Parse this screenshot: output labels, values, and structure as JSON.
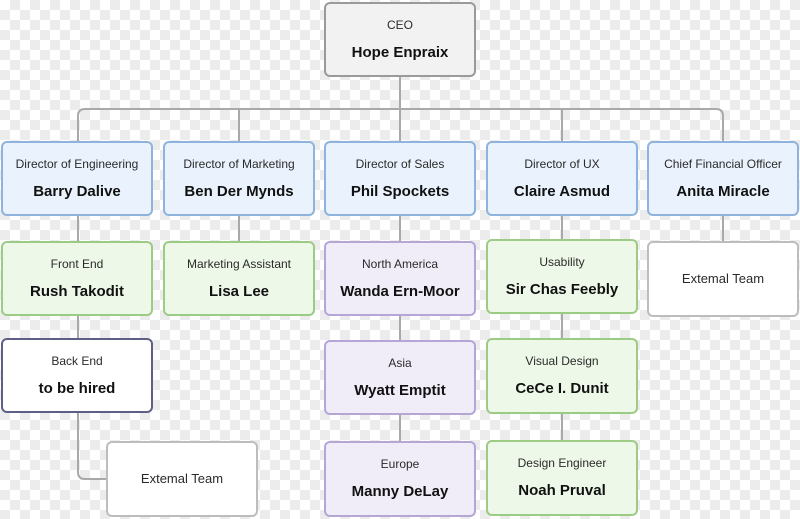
{
  "colors": {
    "line": "#a9a9a9",
    "ceo_fill": "#f2f2f2",
    "director_fill": "#eaf3fd",
    "director_border": "#8eb3dd",
    "green_fill": "#eef8e8",
    "green_border": "#9ccb86",
    "purple_fill": "#f1edf8",
    "purple_border": "#b5a6d6",
    "dark_border": "#5f5f86"
  },
  "ceo": {
    "role": "CEO",
    "name": "Hope Enpraix"
  },
  "directors": [
    {
      "role": "Director of Engineering",
      "name": "Barry Dalive"
    },
    {
      "role": "Director of Marketing",
      "name": "Ben Der Mynds"
    },
    {
      "role": "Director of Sales",
      "name": "Phil Spockets"
    },
    {
      "role": "Director of UX",
      "name": "Claire Asmud"
    },
    {
      "role": "Chief Financial Officer",
      "name": "Anita Miracle"
    }
  ],
  "engineering": [
    {
      "role": "Front End",
      "name": "Rush Takodit"
    },
    {
      "role": "Back End",
      "name": "to be hired"
    },
    {
      "role": "Extemal Team"
    }
  ],
  "marketing": [
    {
      "role": "Marketing Assistant",
      "name": "Lisa Lee"
    }
  ],
  "sales": [
    {
      "role": "North America",
      "name": "Wanda Ern-Moor"
    },
    {
      "role": "Asia",
      "name": "Wyatt Emptit"
    },
    {
      "role": "Europe",
      "name": "Manny DeLay"
    }
  ],
  "ux": [
    {
      "role": "Usability",
      "name": "Sir Chas Feebly"
    },
    {
      "role": "Visual Design",
      "name": "CeCe I. Dunit"
    },
    {
      "role": "Design Engineer",
      "name": "Noah Pruval"
    }
  ],
  "finance": [
    {
      "role": "Extemal Team"
    }
  ]
}
